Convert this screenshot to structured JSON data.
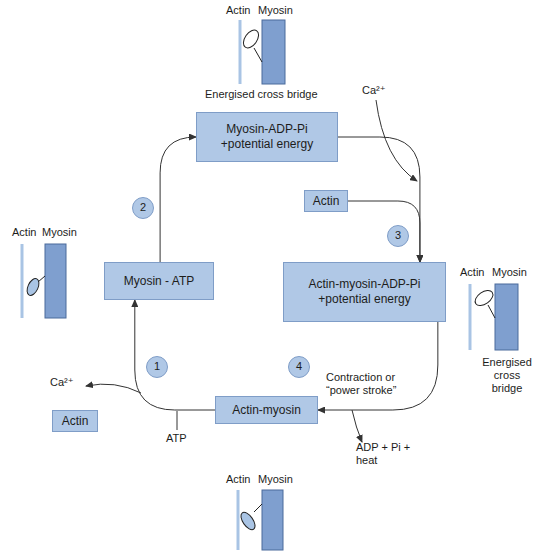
{
  "diagram": {
    "nodes": [
      {
        "text": [
          "Myosin-ADP-Pi +potential energy"
        ]
      },
      {
        "text": [
          "Actin"
        ]
      },
      {
        "text": [
          "2"
        ]
      },
      {
        "text": [
          "3"
        ]
      },
      {
        "text": [
          "Myosin - ATP"
        ]
      },
      {
        "text": [
          "Actin-myosin-ADP-Pi +potential energy"
        ]
      },
      {
        "text": [
          "1"
        ]
      },
      {
        "text": [
          "4"
        ]
      },
      {
        "text": [
          "Actin"
        ]
      },
      {
        "text": [
          "Actin-myosin"
        ]
      }
    ],
    "edges": [
      {
        "from": 4,
        "to": 0,
        "arrow": "to"
      },
      {
        "from": 0,
        "to": 5,
        "arrow": "to"
      },
      {
        "from": 1,
        "to": 5,
        "arrow": "to"
      },
      {
        "from": 5,
        "to": 9,
        "arrow": "to"
      },
      {
        "from": 9,
        "to": 4,
        "arrow": "to"
      }
    ],
    "labels": [
      "Actin",
      "Myosin",
      "Energised cross bridge",
      "Ca²⁺",
      "Actin",
      "Myosin",
      "Actin",
      "Myosin",
      "Energised cross bridge",
      "Ca²⁺",
      "ATP",
      "Contraction or “power stroke”",
      "ADP + Pi + heat",
      "Actin",
      "Myosin"
    ]
  }
}
